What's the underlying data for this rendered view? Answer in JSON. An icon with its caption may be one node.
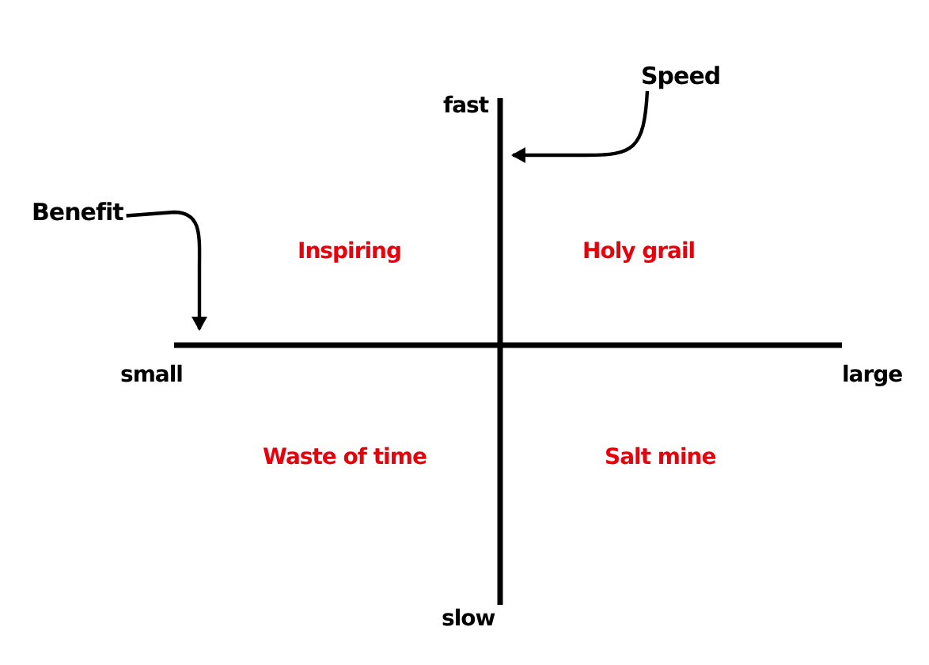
{
  "diagram": {
    "nodes": [
      {
        "text": [
          "Speed"
        ]
      },
      {
        "text": [
          "Benefit"
        ]
      }
    ],
    "edges": [
      {
        "from": 0,
        "to": null,
        "arrow": "to"
      },
      {
        "from": 1,
        "to": null,
        "arrow": "to"
      }
    ],
    "labels": [
      "fast",
      "Inspiring",
      "Holy grail",
      "small",
      "large",
      "Waste of time",
      "Salt mine",
      "slow"
    ]
  }
}
